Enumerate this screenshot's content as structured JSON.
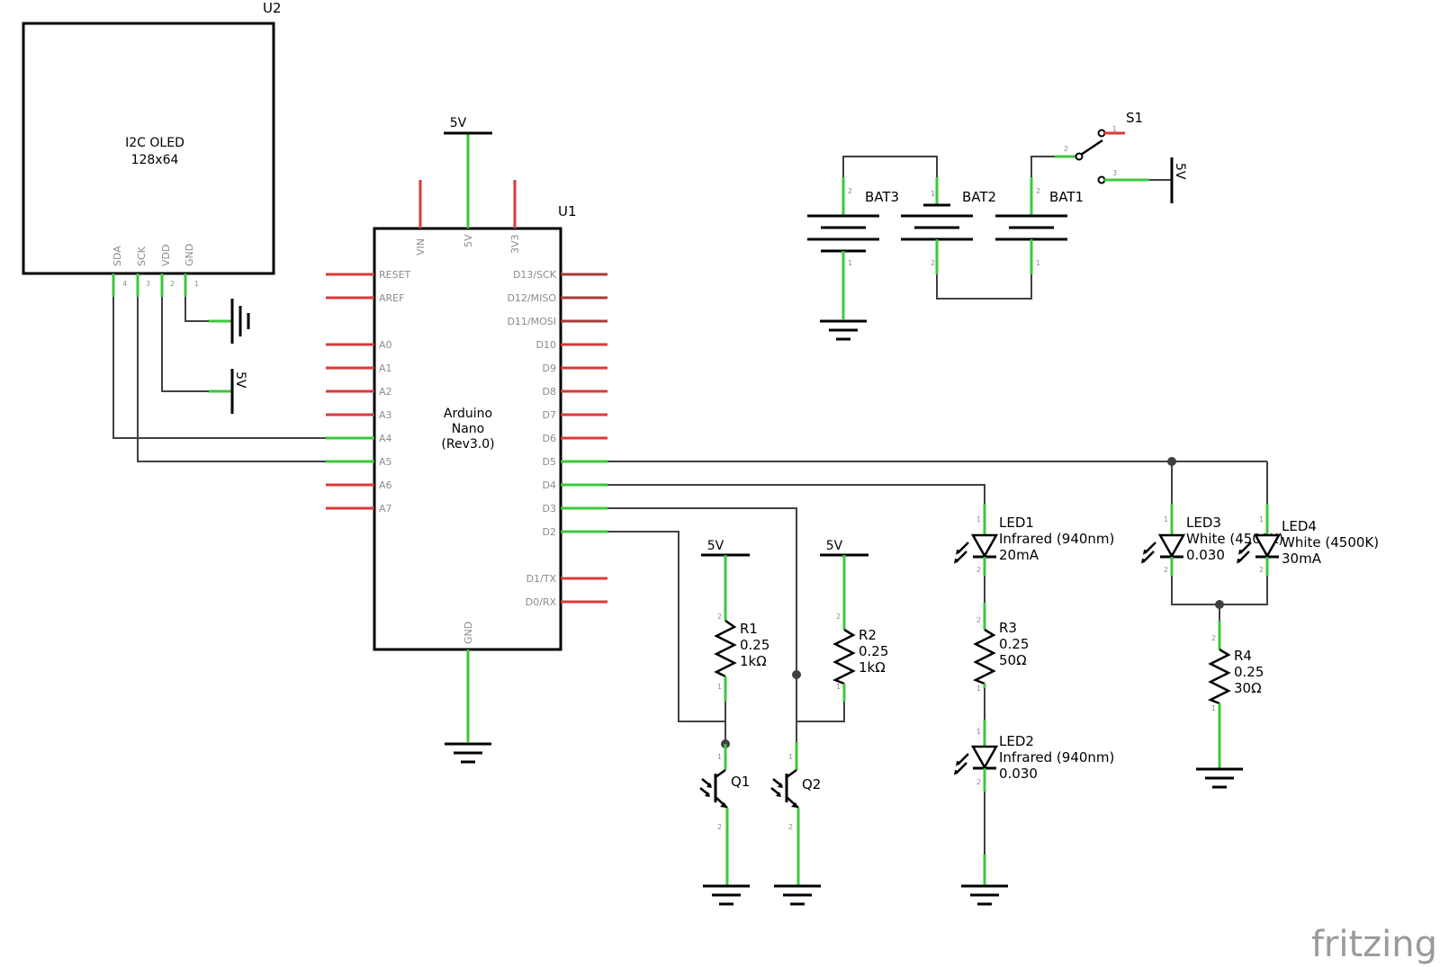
{
  "u2": {
    "ref": "U2",
    "name_line1": "I2C OLED",
    "name_line2": "128x64",
    "pins": [
      "SDA",
      "SCK",
      "VDD",
      "GND"
    ],
    "pin_numbers": [
      "4",
      "3",
      "2",
      "1"
    ]
  },
  "u1": {
    "ref": "U1",
    "name_line1": "Arduino",
    "name_line2": "Nano",
    "name_line3": "(Rev3.0)",
    "top_pins": [
      "VIN",
      "5V",
      "3V3"
    ],
    "bottom_pin": "GND",
    "left_pins": [
      "RESET",
      "AREF",
      "A0",
      "A1",
      "A2",
      "A3",
      "A4",
      "A5",
      "A6",
      "A7"
    ],
    "right_pins": [
      "D13/SCK",
      "D12/MISO",
      "D11/MOSI",
      "D10",
      "D9",
      "D8",
      "D7",
      "D6",
      "D5",
      "D4",
      "D3",
      "D2",
      "D1/TX",
      "D0/RX"
    ]
  },
  "power_label": "5V",
  "s1": {
    "ref": "S1",
    "pin1": "1",
    "pin2": "2",
    "pin3": "3"
  },
  "bat1": {
    "ref": "BAT1",
    "top_pin": "2",
    "bottom_pin": "1"
  },
  "bat2": {
    "ref": "BAT2",
    "top_pin": "1",
    "bottom_pin": "2"
  },
  "bat3": {
    "ref": "BAT3",
    "top_pin": "2",
    "bottom_pin": "1"
  },
  "r1": {
    "ref": "R1",
    "power": "0.25",
    "value": "1kΩ",
    "top_pin": "2",
    "bottom_pin": "1"
  },
  "r2": {
    "ref": "R2",
    "power": "0.25",
    "value": "1kΩ",
    "top_pin": "2",
    "bottom_pin": "1"
  },
  "r3": {
    "ref": "R3",
    "power": "0.25",
    "value": "50Ω",
    "top_pin": "2",
    "bottom_pin": "1"
  },
  "r4": {
    "ref": "R4",
    "power": "0.25",
    "value": "30Ω",
    "top_pin": "2",
    "bottom_pin": "1"
  },
  "q1": {
    "ref": "Q1",
    "top_pin": "1",
    "bottom_pin": "2"
  },
  "q2": {
    "ref": "Q2",
    "top_pin": "1",
    "bottom_pin": "2"
  },
  "led1": {
    "ref": "LED1",
    "type": "Infrared (940nm)",
    "value": "20mA",
    "top_pin": "1",
    "bottom_pin": "2"
  },
  "led2": {
    "ref": "LED2",
    "type": "Infrared (940nm)",
    "value": "0.030",
    "top_pin": "1",
    "bottom_pin": "2"
  },
  "led3": {
    "ref": "LED3",
    "type": "White (4500K)",
    "value": "0.030",
    "top_pin": "1",
    "bottom_pin": "2"
  },
  "led4": {
    "ref": "LED4",
    "type": "White (4500K)",
    "value": "30mA",
    "top_pin": "1",
    "bottom_pin": "2"
  },
  "brand": "fritzing"
}
